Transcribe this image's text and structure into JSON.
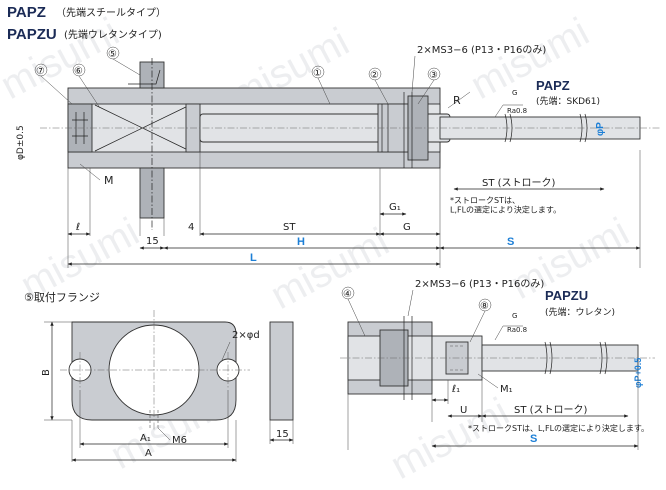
{
  "title_papz": {
    "code": "PAPZ",
    "desc": "（先端スチールタイプ）"
  },
  "title_papzu": {
    "code": "PAPZU",
    "desc": "(先端ウレタンタイプ)"
  },
  "labels": {
    "p1": "①",
    "p2": "②",
    "p3": "③",
    "p4": "④",
    "p5": "⑤",
    "p6": "⑥",
    "p7": "⑦",
    "p8": "⑧",
    "ms_top": "2×MS3−6 (P13・P16のみ)",
    "ms_bottom": "2×MS3−6 (P13・P16のみ)",
    "papz_name": "PAPZ",
    "papz_tip": "(先端：SKD61)",
    "papzu_name": "PAPZU",
    "papzu_tip": "(先端：ウレタン)",
    "R": "R",
    "G_small": "G",
    "Ra_top": "Ra0.8",
    "Ra_bottom": "Ra0.8",
    "phiP": "φP",
    "phiP1": "φP+0.5",
    "phiD": "φD±0.5",
    "M": "M",
    "ST_stroke_top": "ST (ストローク)",
    "ST_stroke_bottom": "ST (ストローク)",
    "note_top": "*ストロークSTは、\nL,FLの選定により決定します。",
    "note_bottom": "*ストロークSTは、L,FLの選定により決定します。",
    "G1": "G₁",
    "G": "G",
    "l": "ℓ",
    "d15": "15",
    "d4": "4",
    "ST": "ST",
    "H": "H",
    "S_top": "S",
    "L": "L",
    "flange_title": "⑤取付フランジ",
    "phid": "2×φd",
    "B": "B",
    "M6": "M6",
    "A1": "A₁",
    "A": "A",
    "f15": "15",
    "l1": "ℓ₁",
    "M1": "M₁",
    "U": "U",
    "S_bottom": "S"
  },
  "watermark": "misumi",
  "colors": {
    "title_navy": "#1b2b56",
    "dim_blue": "#1d7fd6"
  }
}
